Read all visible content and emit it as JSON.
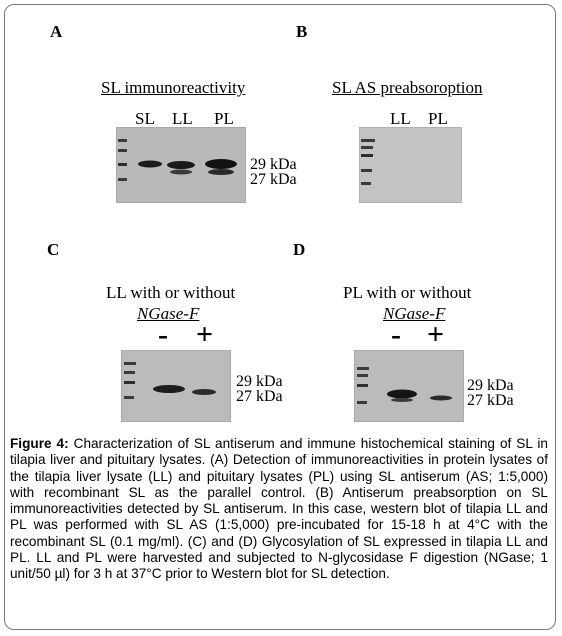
{
  "figure": {
    "panels": {
      "A": {
        "letter": "A",
        "title": "SL immunoreactivity",
        "lanes": [
          "SL",
          "LL",
          "PL"
        ],
        "mw_upper": "29 kDa",
        "mw_lower": "27 kDa"
      },
      "B": {
        "letter": "B",
        "title": "SL AS preabsoroption",
        "lanes": [
          "LL",
          "PL"
        ]
      },
      "C": {
        "letter": "C",
        "title_line1": "LL with or without",
        "title_line2": "NGase-F",
        "signs": [
          "-",
          "+"
        ],
        "mw_upper": "29 kDa",
        "mw_lower": "27 kDa"
      },
      "D": {
        "letter": "D",
        "title_line1": "PL with or without",
        "title_line2": "NGase-F",
        "signs": [
          "-",
          "+"
        ],
        "mw_upper": "29 kDa",
        "mw_lower": "27 kDa"
      }
    }
  },
  "caption": {
    "label": "Figure 4:",
    "text": " Characterization of SL antiserum and immune histochemical staining of SL in tilapia liver and pituitary lysates. (A) Detection of immunoreactivities in protein lysates of the tilapia liver lysate (LL) and pituitary lysates (PL) using SL antiserum (AS; 1:5,000) with recombinant SL as the parallel control. (B) Antiserum preabsorption on SL immunoreactivities detected by SL antiserum. In this case, western blot of tilapia LL and PL was performed with SL AS (1:5,000) pre-incubated for 15-18 h at 4°C with the recombinant SL (0.1 mg/ml). (C) and (D) Glycosylation of SL expressed in tilapia LL and PL. LL and PL were harvested and subjected to N-glycosidase F digestion (NGase; 1 unit/50 µl) for 3 h at 37°C prior to Western blot for SL detection."
  }
}
